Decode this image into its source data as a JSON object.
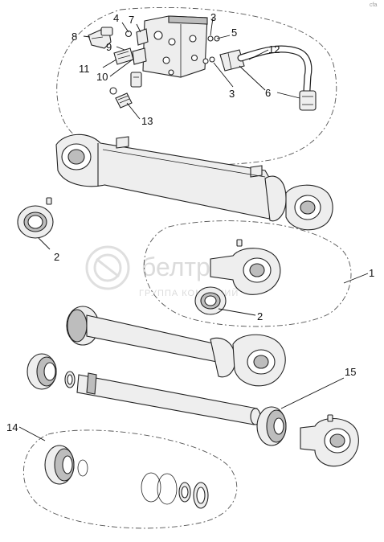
{
  "corner_mark": "cfa",
  "watermark": {
    "brand_text": "белтро",
    "sub_text": "ГРУППА КОМПАНИЙ"
  },
  "callouts": [
    "1",
    "2",
    "2",
    "3",
    "3",
    "4",
    "5",
    "6",
    "7",
    "8",
    "9",
    "10",
    "11",
    "12",
    "13",
    "14",
    "15"
  ]
}
